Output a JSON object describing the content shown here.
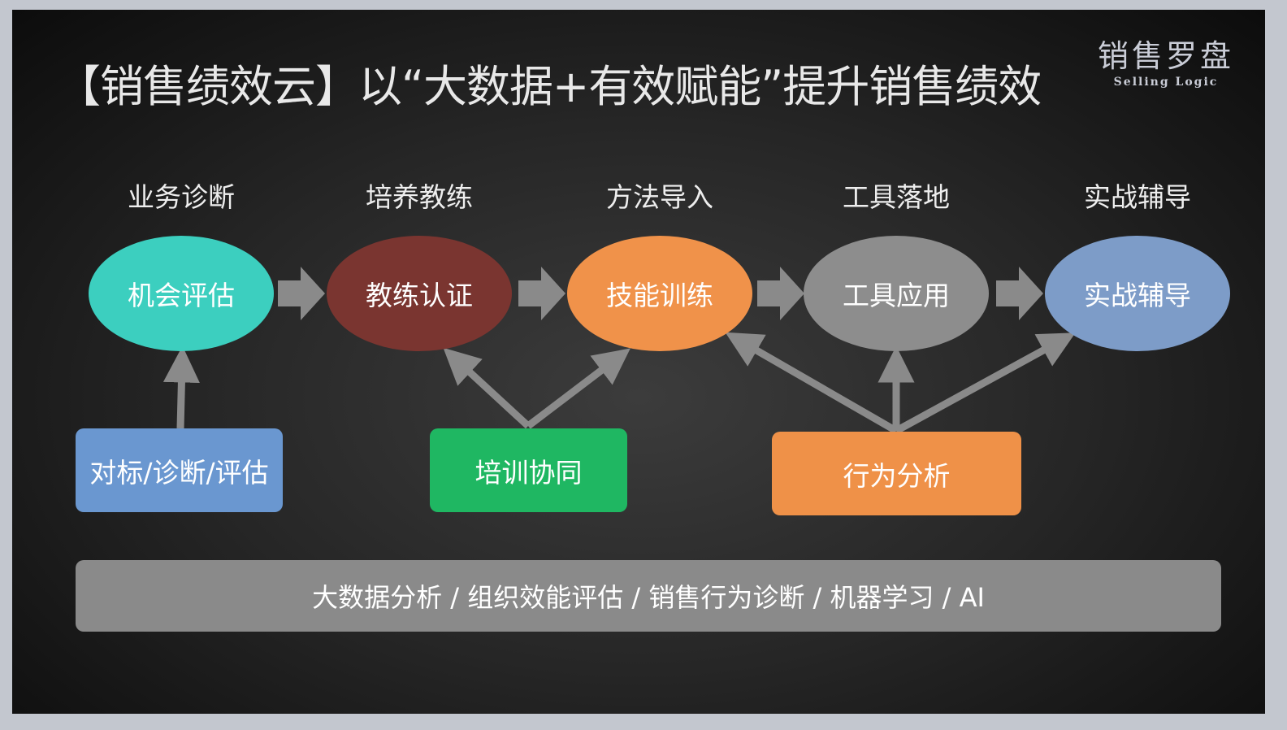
{
  "title": "【销售绩效云】以“大数据+有效赋能”提升销售绩效",
  "logo": {
    "cn": "销售罗盘",
    "en": "Selling Logic"
  },
  "stages": [
    "业务诊断",
    "培养教练",
    "方法导入",
    "工具落地",
    "实战辅导"
  ],
  "steps": [
    {
      "label": "机会评估",
      "color": "#3ccfbf"
    },
    {
      "label": "教练认证",
      "color": "#7a3530"
    },
    {
      "label": "技能训练",
      "color": "#f0924a"
    },
    {
      "label": "工具应用",
      "color": "#8d8d8d"
    },
    {
      "label": "实战辅导",
      "color": "#7d9cc8"
    }
  ],
  "supports": [
    {
      "label": "对标/诊断/评估",
      "color": "#6a97d0"
    },
    {
      "label": "培训协同",
      "color": "#1fb762"
    },
    {
      "label": "行为分析",
      "color": "#ef9148"
    }
  ],
  "foundation": "大数据分析 / 组织效能评估 / 销售行为诊断 / 机器学习 / AI"
}
